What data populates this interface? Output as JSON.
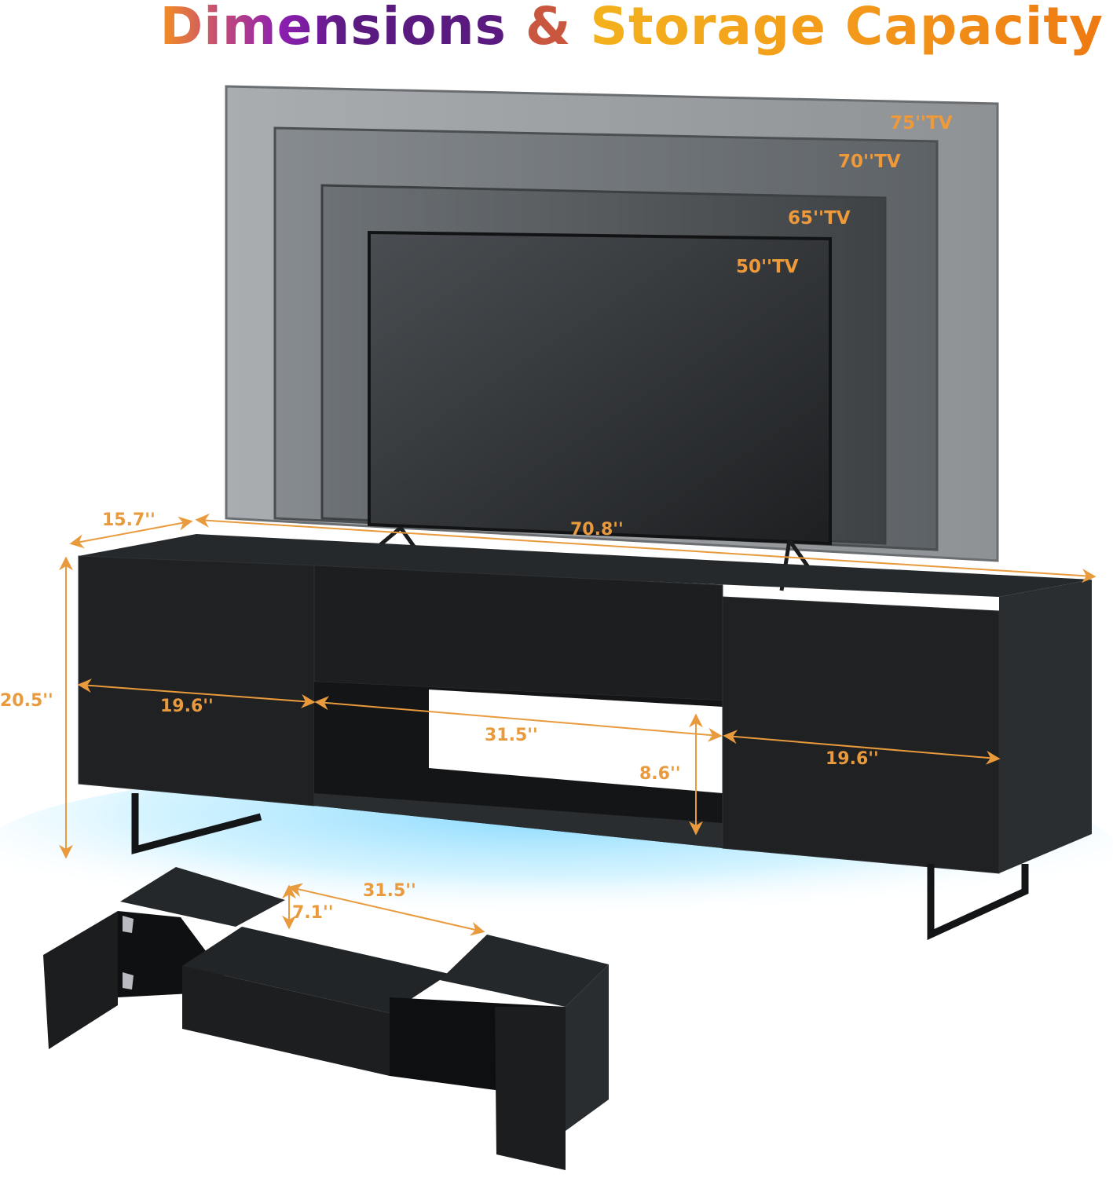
{
  "title": {
    "part1": "Dimensions",
    "part2": "&",
    "part3": "Storage Capacity"
  },
  "tv_sizes": [
    {
      "label": "75''TV"
    },
    {
      "label": "70''TV"
    },
    {
      "label": "65''TV"
    },
    {
      "label": "50''TV"
    }
  ],
  "dimensions": {
    "depth": "15.7''",
    "total_width": "70.8''",
    "height": "20.5''",
    "left_cabinet_width": "19.6''",
    "open_shelf_width": "31.5''",
    "open_shelf_height": "8.6''",
    "right_cabinet_width": "19.6''",
    "drawer_width": "31.5''",
    "drawer_height": "7.1''"
  },
  "colors": {
    "accent": "#e99a3d",
    "cabinet": "#1c1e20",
    "led_glow": "#8fdcff"
  }
}
